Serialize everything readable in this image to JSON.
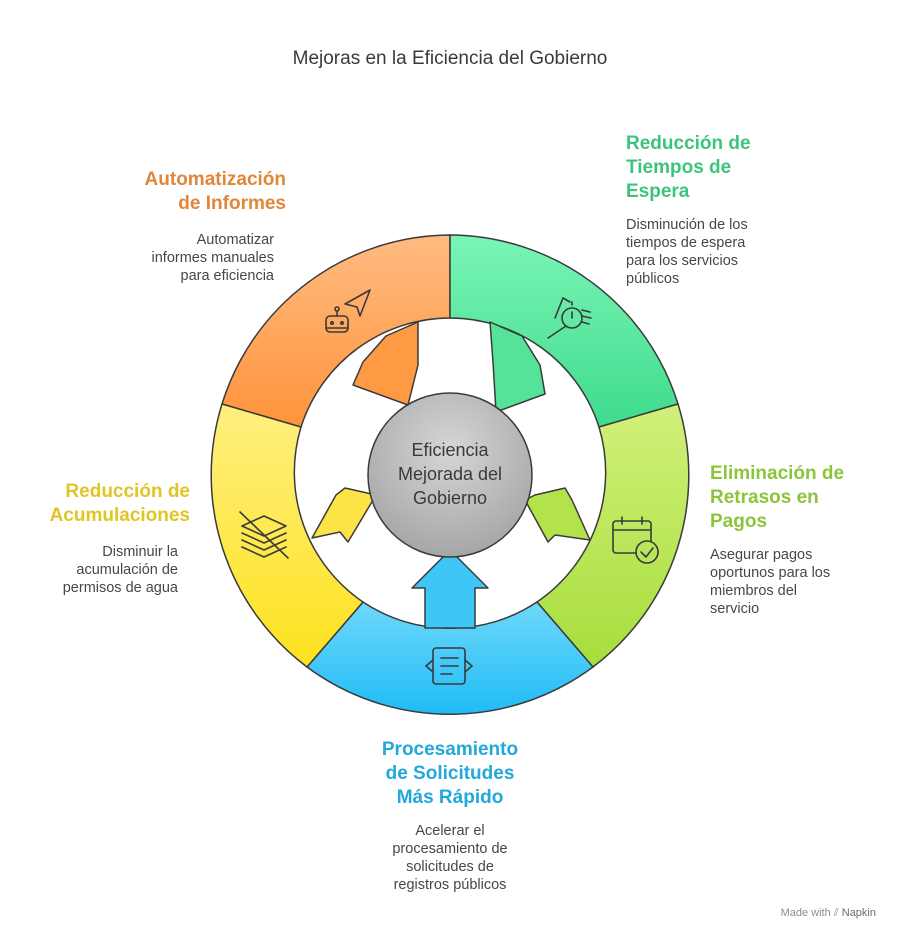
{
  "title": "Mejoras en la Eficiencia del Gobierno",
  "center": {
    "line1": "Eficiencia",
    "line2": "Mejorada del",
    "line3": "Gobierno",
    "color": "#b8b8b8"
  },
  "segments": [
    {
      "id": "automatizacion",
      "heading": [
        "Automatización",
        "de Informes"
      ],
      "description": [
        "Automatizar",
        "informes manuales",
        "para eficiencia"
      ],
      "color": "#ff9d4a",
      "label_color": "#e0873a",
      "icon": "robot-icon"
    },
    {
      "id": "tiempos",
      "heading": [
        "Reducción de",
        "Tiempos de",
        "Espera"
      ],
      "description": [
        "Disminución de los",
        "tiempos de espera",
        "para los servicios",
        "públicos"
      ],
      "color": "#55e39a",
      "label_color": "#3cc47d",
      "icon": "stopwatch-hand-icon"
    },
    {
      "id": "pagos",
      "heading": [
        "Eliminación de",
        "Retrasos en",
        "Pagos"
      ],
      "description": [
        "Asegurar pagos",
        "oportunos para los",
        "miembros del",
        "servicio"
      ],
      "color": "#b3e34a",
      "label_color": "#8cc43a",
      "icon": "calendar-check-icon"
    },
    {
      "id": "solicitudes",
      "heading": [
        "Procesamiento",
        "de Solicitudes",
        "Más Rápido"
      ],
      "description": [
        "Acelerar el",
        "procesamiento de",
        "solicitudes de",
        "registros públicos"
      ],
      "color": "#3ac4f5",
      "label_color": "#22a8da",
      "icon": "document-arrows-icon"
    },
    {
      "id": "acumulaciones",
      "heading": [
        "Reducción de",
        "Acumulaciones"
      ],
      "description": [
        "Disminuir la",
        "acumulación de",
        "permisos de agua"
      ],
      "color": "#fde446",
      "label_color": "#e0c524",
      "icon": "stack-crossed-icon"
    }
  ],
  "watermark": {
    "prefix": "Made with",
    "brand": "Napkin"
  }
}
